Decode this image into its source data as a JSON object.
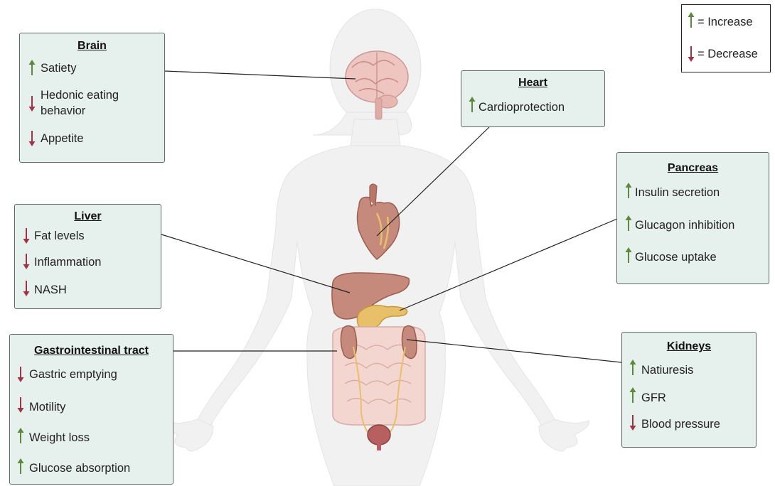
{
  "legend": {
    "increase_label": "= Increase",
    "decrease_label": "= Decrease"
  },
  "colors": {
    "increase_arrow": "#5b8a3c",
    "decrease_arrow": "#a03345",
    "box_fill": "#e6f1ed",
    "box_border": "#5d6a66",
    "body_silhouette": "#f1f1f1"
  },
  "organs": {
    "brain": {
      "title": "Brain",
      "items": [
        {
          "text": "Satiety",
          "direction": "increase"
        },
        {
          "text": "Hedonic eating",
          "text2": "behavior",
          "direction": "decrease"
        },
        {
          "text": "Appetite",
          "direction": "decrease"
        }
      ]
    },
    "heart": {
      "title": "Heart",
      "items": [
        {
          "text": "Cardioprotection",
          "direction": "increase"
        }
      ]
    },
    "pancreas": {
      "title": "Pancreas",
      "items": [
        {
          "text": "Insulin secretion",
          "direction": "increase"
        },
        {
          "text": "Glucagon inhibition",
          "direction": "increase"
        },
        {
          "text": "Glucose uptake",
          "direction": "increase"
        }
      ]
    },
    "liver": {
      "title": "Liver",
      "items": [
        {
          "text": "Fat levels",
          "direction": "decrease"
        },
        {
          "text": "Inflammation",
          "direction": "decrease"
        },
        {
          "text": "NASH",
          "direction": "decrease"
        }
      ]
    },
    "gi": {
      "title": "Gastrointestinal tract",
      "items": [
        {
          "text": "Gastric emptying",
          "direction": "decrease"
        },
        {
          "text": "Motility",
          "direction": "decrease"
        },
        {
          "text": "Weight loss",
          "direction": "increase"
        },
        {
          "text": "Glucose absorption",
          "direction": "increase"
        }
      ]
    },
    "kidneys": {
      "title": "Kidneys",
      "items": [
        {
          "text": "Natiuresis",
          "direction": "increase"
        },
        {
          "text": "GFR",
          "direction": "increase"
        },
        {
          "text": "Blood pressure",
          "direction": "decrease"
        }
      ]
    }
  }
}
